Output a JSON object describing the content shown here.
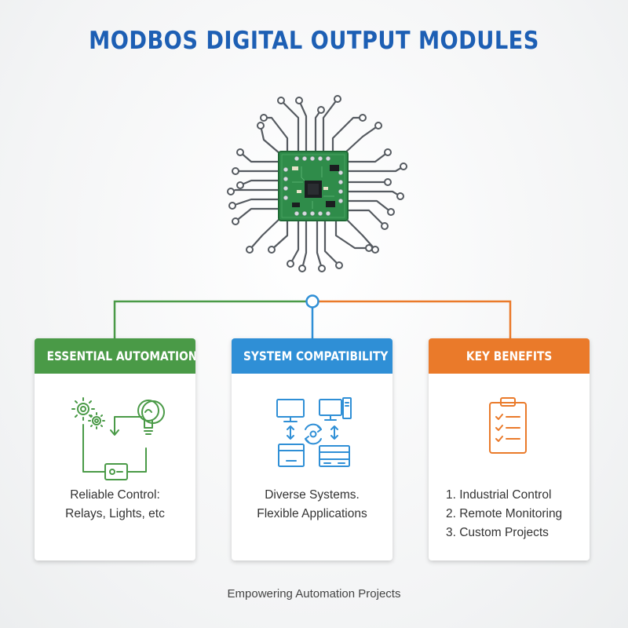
{
  "title": "MODBOS DIGITAL OUTPUT MODULES",
  "colors": {
    "title": "#1d5fb4",
    "green": "#4a9a47",
    "blue": "#2f8fd6",
    "orange": "#ea7a2a",
    "pcb": "#2f8c4a",
    "trace": "#555a60"
  },
  "icons": {
    "chip": "pcb-chip-icon",
    "automation": "gears-lightbulb-relay-icon",
    "compatibility": "connected-computers-icon",
    "benefits": "clipboard-checklist-icon"
  },
  "cards": [
    {
      "header": "ESSENTIAL AUTOMATION",
      "lines": [
        "Reliable Control:",
        "Relays, Lights, etc"
      ]
    },
    {
      "header": "SYSTEM COMPATIBILITY",
      "lines": [
        "Diverse Systems.",
        "Flexible Applications"
      ]
    },
    {
      "header": "KEY BENEFITS",
      "lines": [
        "1. Industrial Control",
        "2. Remote Monitoring",
        "3. Custom Projects"
      ]
    }
  ],
  "footer": "Empowering Automation Projects"
}
